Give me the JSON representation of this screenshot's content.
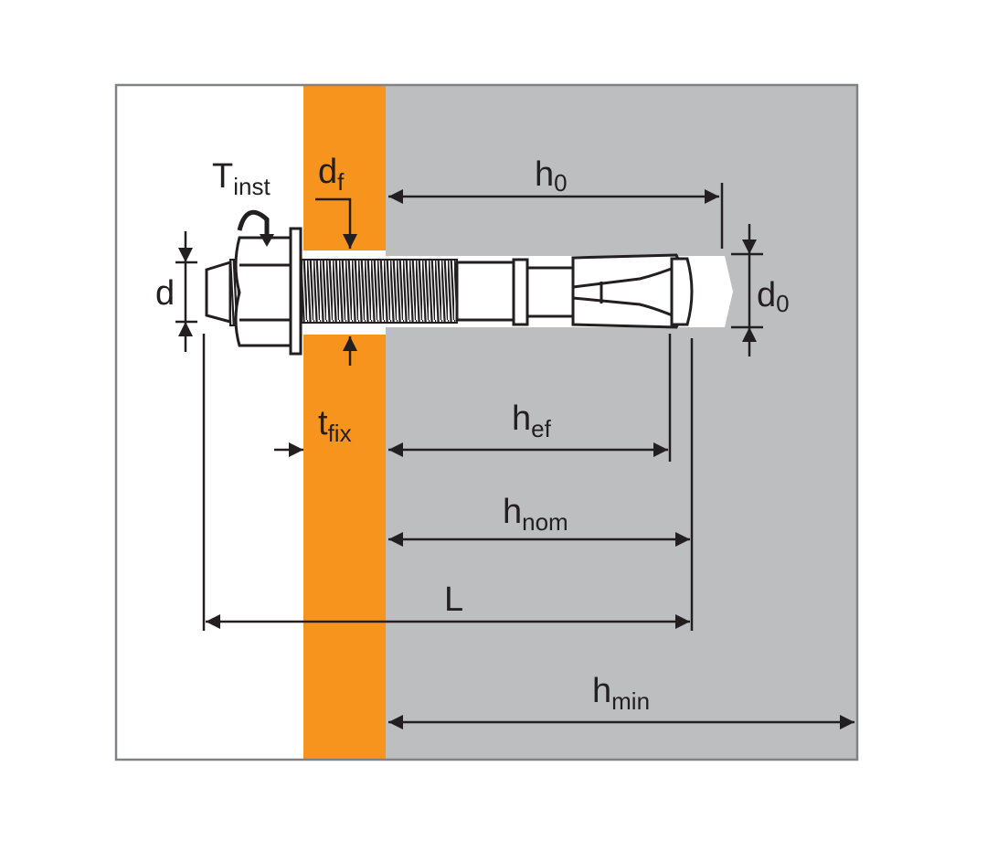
{
  "diagram": {
    "title": "Wedge anchor installation dimensions",
    "colors": {
      "fixture": "#f7941d",
      "concrete": "#bcbec0",
      "frame": "#808285",
      "ink": "#231f20"
    },
    "labels": {
      "tinst": {
        "main": "T",
        "sub": "inst"
      },
      "df": {
        "main": "d",
        "sub": "f"
      },
      "h0": {
        "main": "h",
        "sub": "0"
      },
      "d": {
        "main": "d"
      },
      "d0": {
        "main": "d",
        "sub": "0"
      },
      "tfix": {
        "main": "t",
        "sub": "fix"
      },
      "hef": {
        "main": "h",
        "sub": "ef"
      },
      "hnom": {
        "main": "h",
        "sub": "nom"
      },
      "L": {
        "main": "L"
      },
      "hmin": {
        "main": "h",
        "sub": "min"
      }
    }
  }
}
